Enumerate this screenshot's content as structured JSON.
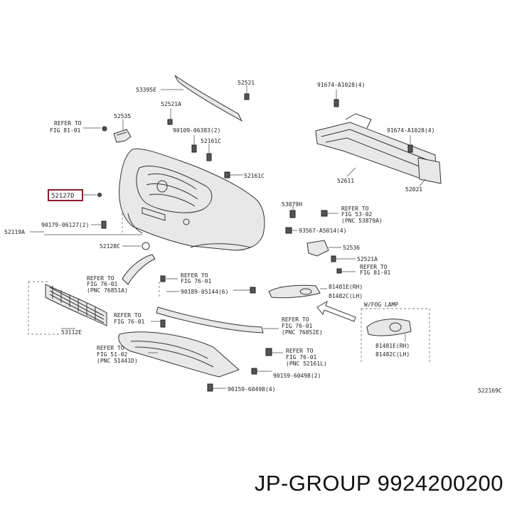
{
  "labels": {
    "p53395e": "53395E",
    "p52521": "52521",
    "p52521a_top": "52521A",
    "p90109": "90109-06383(2)",
    "p52535": "52535",
    "refer_to_1": "REFER TO",
    "fig_81_01_a": "FIG 81-01",
    "p52161c_a": "52161C",
    "p52161c_b": "52161C",
    "p52127d": "52127D",
    "p91674_a": "91674-A1028(4)",
    "p91674_b": "91674-A1028(4)",
    "p52611": "52611",
    "p52021": "52021",
    "p53879h": "53879H",
    "refer_to_2": "REFER TO",
    "fig_53_02": "FIG 53-02",
    "pnc_53879a": "(PNC 53879A)",
    "p90179": "90179-06127(2)",
    "p52119a": "52119A",
    "p93567": "93567-A5014(4)",
    "p52128c": "52128C",
    "p52536": "52536",
    "p52521a_right": "52521A",
    "refer_to_3": "REFER TO",
    "fig_81_01_b": "FIG 81-01",
    "refer_to_4": "REFER TO",
    "fig_76_01_a": "FIG 76-01",
    "pnc_76851a": "(PNC 76851A)",
    "refer_to_5": "REFER TO",
    "fig_76_01_b": "FIG 76-01",
    "p90189": "90189-05144(6)",
    "p81481e_top": "81481E(RH)",
    "p81482c_top": "81482C(LH)",
    "p53112e": "53112E",
    "refer_to_6": "REFER TO",
    "fig_76_01_c": "FIG 76-01",
    "refer_to_7": "REFER TO",
    "fig_76_01_d": "FIG 76-01",
    "pnc_76852e": "(PNC 76852E)",
    "w_fog_lamp": "W/FOG LAMP",
    "p81481e_bot": "81481E(RH)",
    "p81482c_bot": "81482C(LH)",
    "refer_to_8": "REFER TO",
    "fig_51_02": "FIG 51-02",
    "pnc_51441d": "(PNC 51441D)",
    "refer_to_9": "REFER TO",
    "fig_76_01_e": "FIG 76-01",
    "pnc_52161l": "(PNC 52161L)",
    "p90159_a": "90159-60498(2)",
    "p90159_b": "90159-60498(4)",
    "drawing_code": "522169C"
  },
  "highlighted_part": "52127D",
  "caption": "JP-GROUP 9924200200",
  "colors": {
    "highlight": "#8b1d2c",
    "line": "#333333",
    "text": "#222222"
  }
}
